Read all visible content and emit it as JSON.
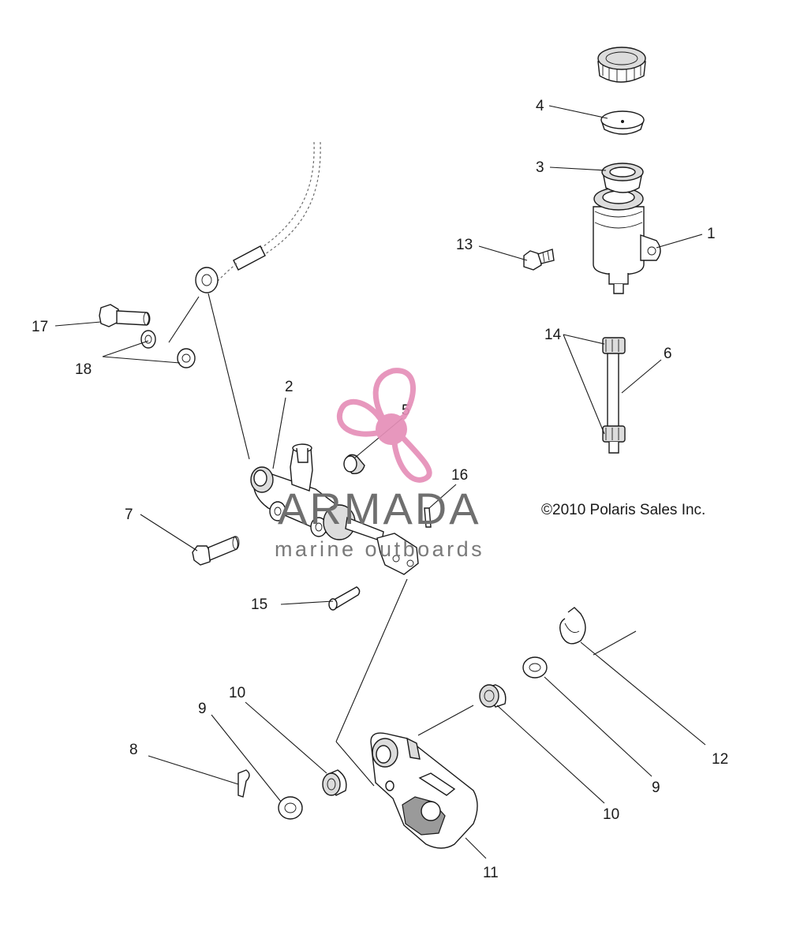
{
  "copyright": "©2010 Polaris Sales Inc.",
  "watermark": {
    "brand": "ARMADA",
    "tagline": "marine outboards",
    "logo_color": "#e58fb8",
    "text_color": "#6f6f6f"
  },
  "callouts": {
    "c1": "1",
    "c2": "2",
    "c3": "3",
    "c4": "4",
    "c5": "5",
    "c6": "6",
    "c7": "7",
    "c8": "8",
    "c9a": "9",
    "c9b": "9",
    "c10a": "10",
    "c10b": "10",
    "c11": "11",
    "c12": "12",
    "c13": "13",
    "c14": "14",
    "c15": "15",
    "c16": "16",
    "c17": "17",
    "c18": "18"
  }
}
